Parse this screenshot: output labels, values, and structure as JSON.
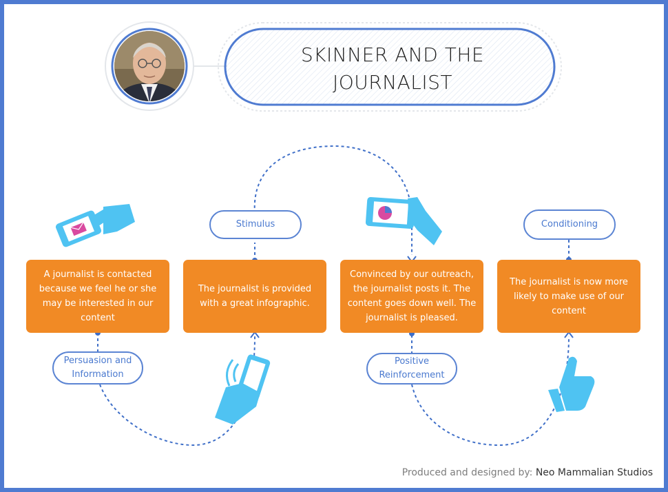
{
  "title": {
    "line1": "SKINNER AND THE",
    "line2": "JOURNALIST"
  },
  "steps": [
    {
      "box_text": "A journalist is contacted because we feel he or she may be interested in our content",
      "label": "Persuasion and Information",
      "icon": "hand-holding-phone-envelope-icon"
    },
    {
      "box_text": "The journalist is provided with a great infographic.",
      "label": "Stimulus",
      "icon": "hand-holding-ringing-phone-icon"
    },
    {
      "box_text": "Convinced by our outreach, the journalist posts it. The content goes down well. The journalist is pleased.",
      "label": "Positive Reinforcement",
      "icon": "hand-holding-phone-piechart-icon"
    },
    {
      "box_text": "The journalist is now more likely to make use of our content",
      "label": "Conditioning",
      "icon": "thumbs-up-icon"
    }
  ],
  "credit": {
    "prefix": "Produced and designed by:",
    "studio": "Neo Mammalian Studios"
  },
  "colors": {
    "frame": "#4f7bd1",
    "box": "#f18a25",
    "line": "#3f6fc8",
    "icon": "#4fc3f2",
    "envelope": "#d94aa0"
  }
}
